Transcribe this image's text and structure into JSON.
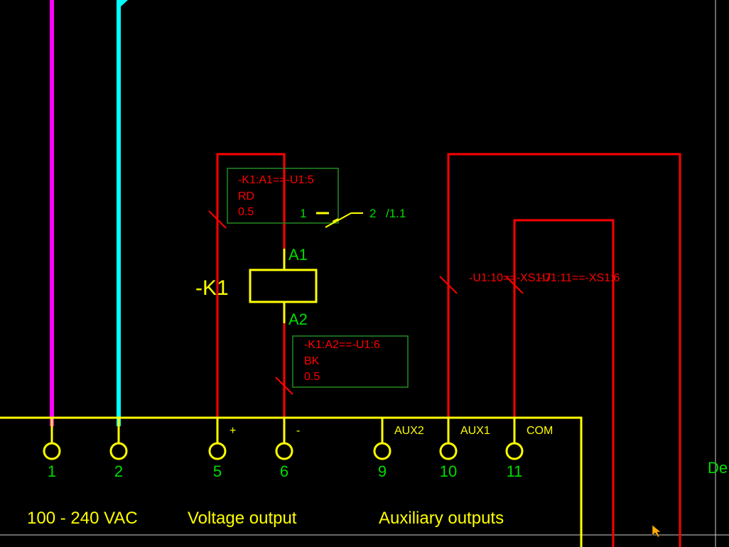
{
  "colors": {
    "background": "#000000",
    "component": "#ffff00",
    "wire": "#ff0000",
    "terminal_label": "#00dd00",
    "rail_magenta": "#ff00ff",
    "rail_cyan": "#00ffff",
    "box_border": "#228b22",
    "cursor": "#ffaa00",
    "border": "#d0d0d0"
  },
  "relay": {
    "tag": "-K1",
    "coil_terminal_top": "A1",
    "coil_terminal_bottom": "A2",
    "contact_from": "1",
    "contact_to": "2",
    "contact_ref": "/1.1"
  },
  "wire_labels": {
    "a1": {
      "connection": "-K1:A1==-U1:5",
      "color_code": "RD",
      "cross_section": "0.5"
    },
    "a2": {
      "connection": "-K1:A2==-U1:6",
      "color_code": "BK",
      "cross_section": "0.5"
    },
    "aux_u1_10": "-U1:10==-XS1:7",
    "aux_u1_11": "-U1:11==-XS1:6"
  },
  "device": {
    "terminals": [
      {
        "number": "1",
        "label": ""
      },
      {
        "number": "2",
        "label": ""
      },
      {
        "number": "5",
        "label": "+"
      },
      {
        "number": "6",
        "label": "-"
      },
      {
        "number": "9",
        "label": "AUX2"
      },
      {
        "number": "10",
        "label": "AUX1"
      },
      {
        "number": "11",
        "label": "COM"
      }
    ],
    "group_labels": [
      "100 - 240 VAC",
      "Voltage output",
      "Auxiliary outputs"
    ]
  },
  "edge_label": "De"
}
